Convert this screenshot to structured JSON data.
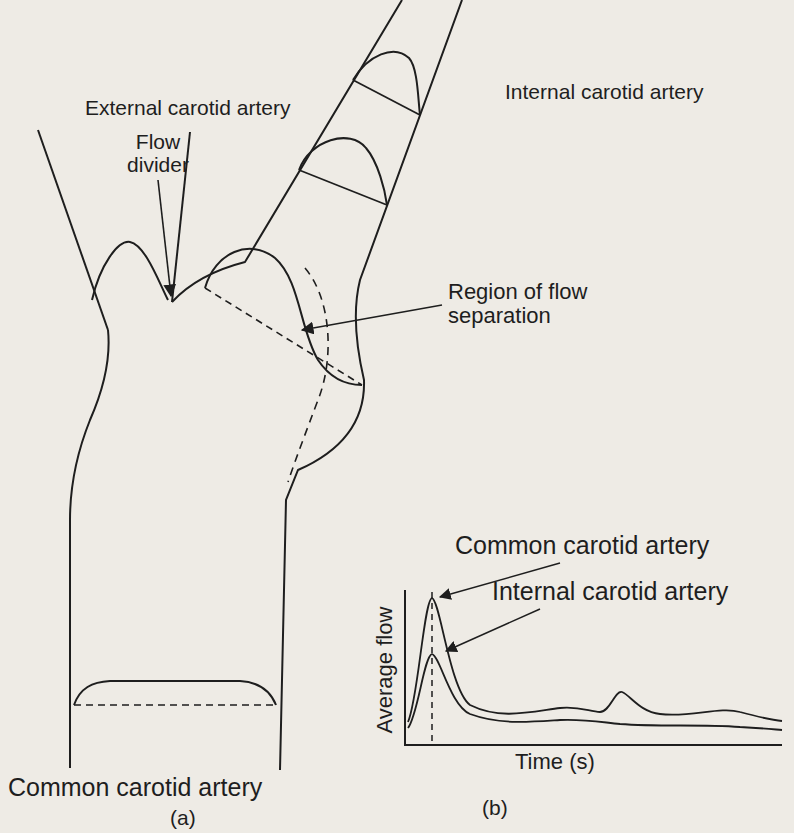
{
  "diagram": {
    "labels": [
      "External carotid artery",
      "Internal carotid artery",
      "Flow divider",
      "Region of flow separation",
      "Common carotid artery",
      "(a)",
      "Common carotid artery",
      "Internal carotid artery",
      "Average flow",
      "Time (s)",
      "(b)"
    ]
  }
}
